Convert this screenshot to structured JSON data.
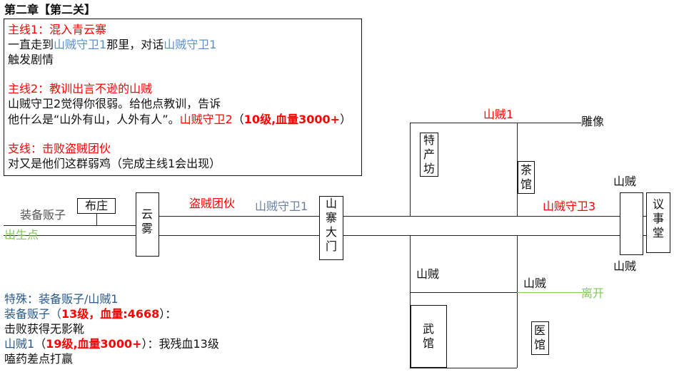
{
  "title": "第二章【第二关】",
  "quest_box": {
    "main1_title": "主线1：混入青云寨",
    "main1_l1_a": "一直走到",
    "main1_l1_b": "山贼守卫1",
    "main1_l1_c": "那里，对话",
    "main1_l1_d": "山贼守卫1",
    "main1_l2": "触发剧情",
    "main2_title": "主线2：教训出言不逊的山贼",
    "main2_l1": "山贼守卫2觉得你很弱。给他点教训，告诉",
    "main2_l2_a": "他什么是“山外有山，人外有人”。",
    "main2_l2_b": "山贼守卫2",
    "main2_l2_c": "（",
    "main2_l2_d": "10级,血量3000+",
    "main2_l2_e": "）",
    "side_title": "支线：击败盗贼团伙",
    "side_l1": "对又是他们这群弱鸡（完成主线1会出现）"
  },
  "map": {
    "equip_vendor": "装备贩子",
    "spawn": "出生点",
    "cloth_shop": "布庄",
    "cloud_mist": "云雾",
    "thief_gang": "盗贼团伙",
    "guard1": "山贼守卫1",
    "gate": "山寨大门",
    "bandit1_top": "山贼1",
    "statue": "雕像",
    "specialty_shop": "特产坊",
    "tea_house": "茶馆",
    "guard3": "山贼守卫3",
    "bandit_right_top": "山贼",
    "hall": "议事堂",
    "bandit_right_bottom": "山贼",
    "bandit_mid_left": "山贼",
    "bandit_mid_right": "山贼",
    "leave": "离开",
    "martial_hall": "武馆",
    "clinic": "医馆"
  },
  "notes": {
    "l1": "特殊：装备贩子/山贼1",
    "l2_a": "装备贩子（",
    "l2_b": "13级，血量:4668",
    "l2_c": "）：",
    "l3": "击败获得无影靴",
    "l4_a": "山贼1",
    "l4_b": "（",
    "l4_c": "19级,血量3000+",
    "l4_d": "）：我残血13级",
    "l5": "嗑药差点打赢"
  },
  "colors": {
    "red": "#ff0000",
    "blue": "#5b8fc9",
    "green": "#7fc95a"
  }
}
